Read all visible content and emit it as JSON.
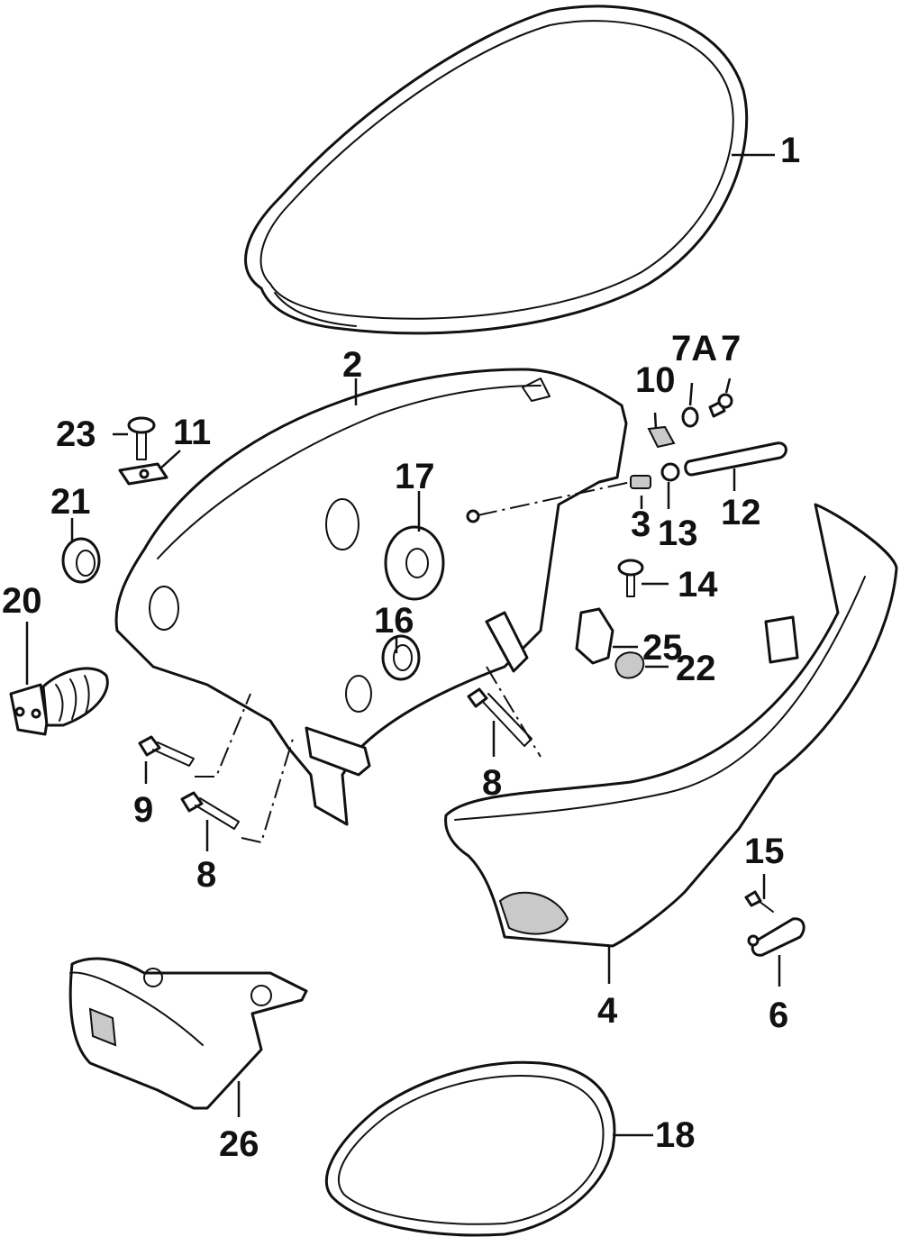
{
  "diagram": {
    "callouts": [
      {
        "id": "c1",
        "label": "1"
      },
      {
        "id": "c2",
        "label": "2"
      },
      {
        "id": "c3",
        "label": "3"
      },
      {
        "id": "c4",
        "label": "4"
      },
      {
        "id": "c6",
        "label": "6"
      },
      {
        "id": "c7",
        "label": "7"
      },
      {
        "id": "c7a",
        "label": "7A"
      },
      {
        "id": "c8a",
        "label": "8"
      },
      {
        "id": "c8b",
        "label": "8"
      },
      {
        "id": "c9",
        "label": "9"
      },
      {
        "id": "c10",
        "label": "10"
      },
      {
        "id": "c11",
        "label": "11"
      },
      {
        "id": "c12",
        "label": "12"
      },
      {
        "id": "c13",
        "label": "13"
      },
      {
        "id": "c14",
        "label": "14"
      },
      {
        "id": "c15",
        "label": "15"
      },
      {
        "id": "c16",
        "label": "16"
      },
      {
        "id": "c17",
        "label": "17"
      },
      {
        "id": "c18",
        "label": "18"
      },
      {
        "id": "c20",
        "label": "20"
      },
      {
        "id": "c21",
        "label": "21"
      },
      {
        "id": "c22",
        "label": "22"
      },
      {
        "id": "c23",
        "label": "23"
      },
      {
        "id": "c25",
        "label": "25"
      },
      {
        "id": "c26",
        "label": "26"
      }
    ]
  }
}
